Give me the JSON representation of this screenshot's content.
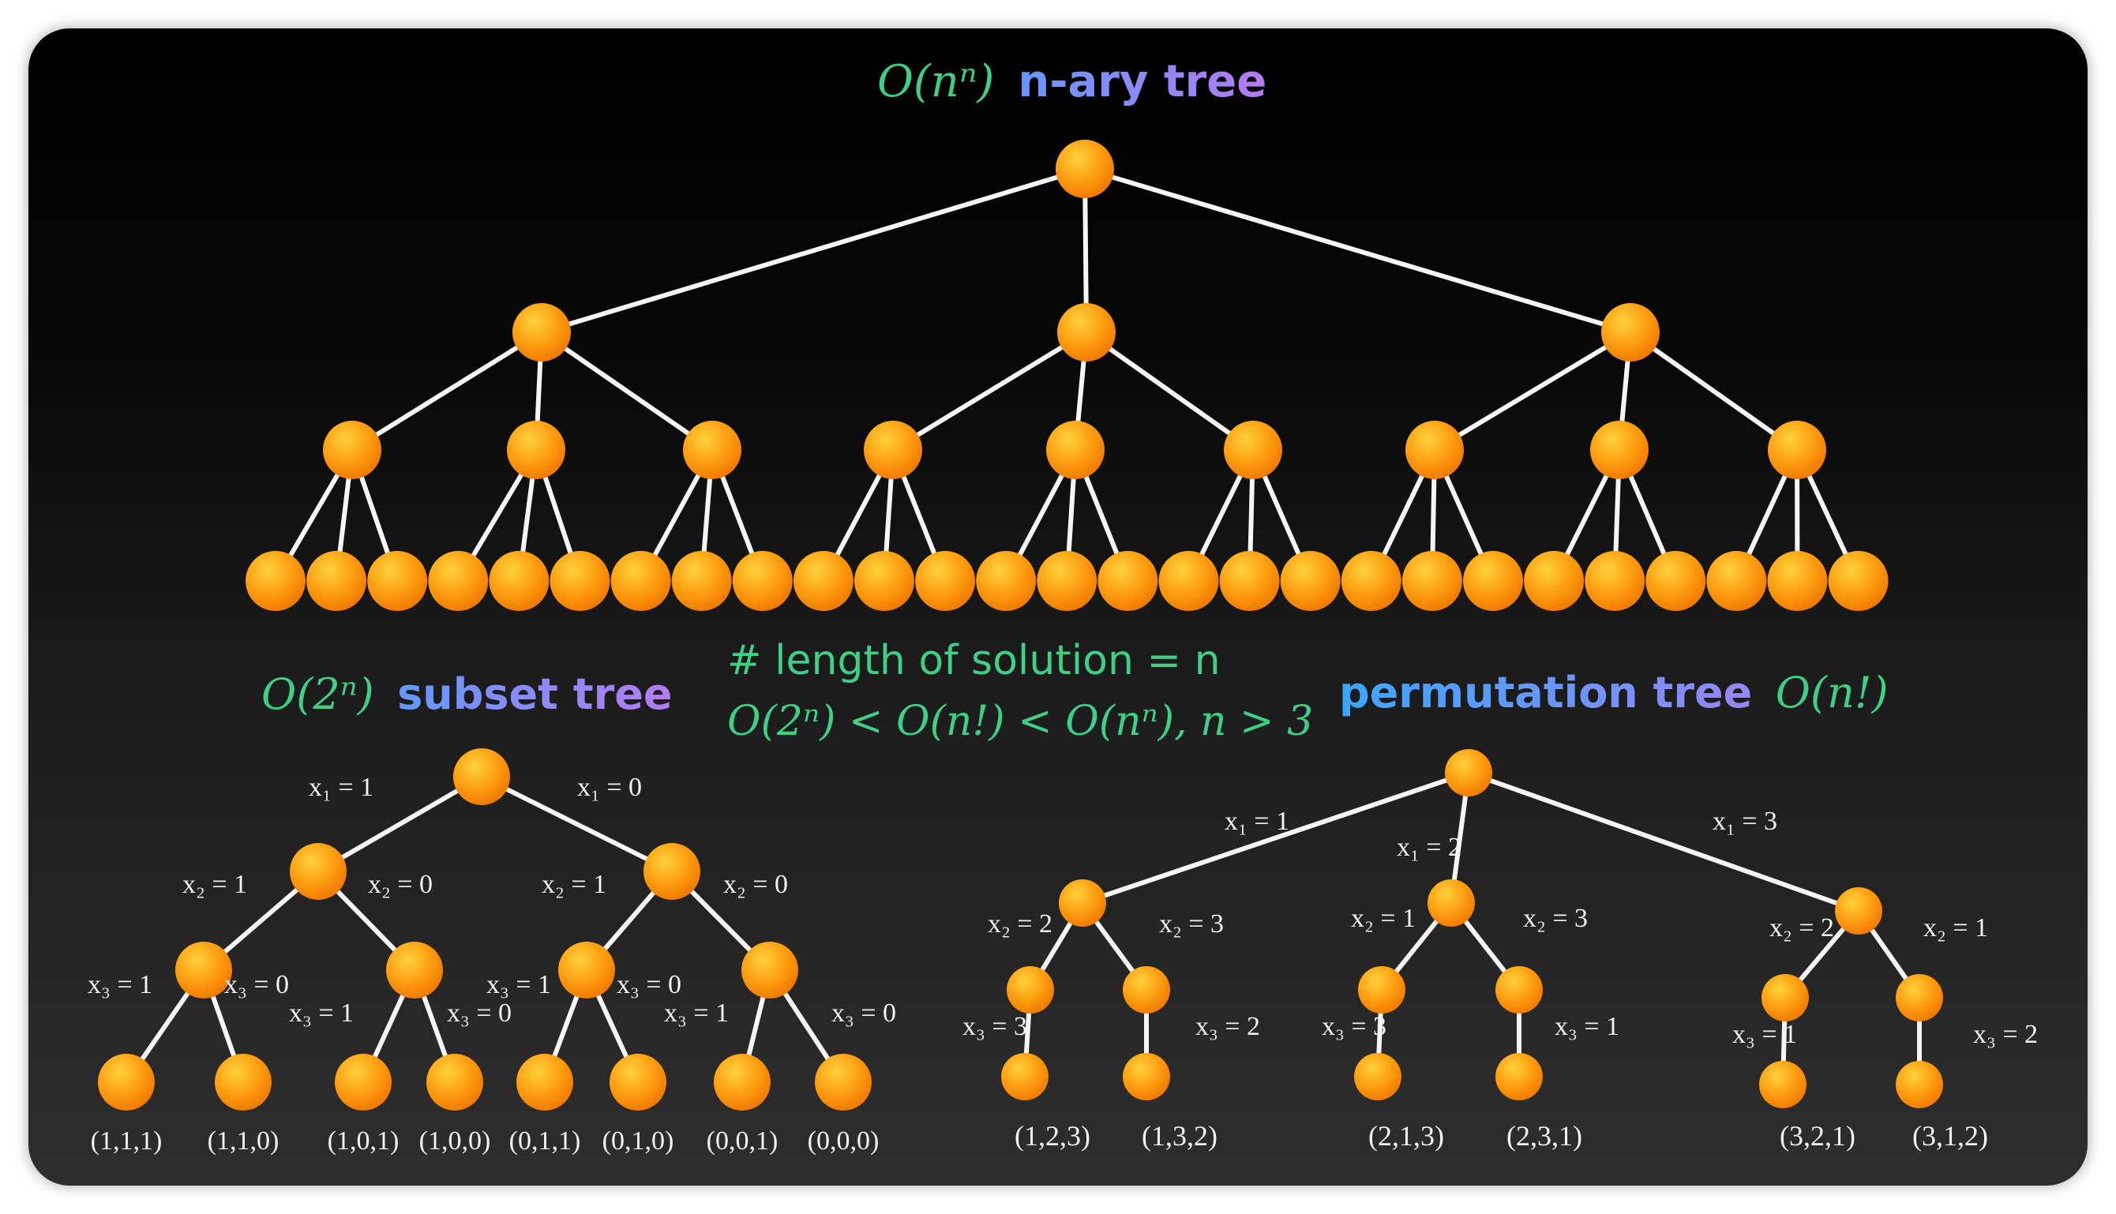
{
  "colors": {
    "background": "#000000",
    "node": "#ff9f0e",
    "edge": "#f5f5f5",
    "math_green": "#3fcf86",
    "label_white": "#f2f2f2"
  },
  "headings": {
    "nary": {
      "complexity": "O(nⁿ)",
      "name": "n-ary tree"
    },
    "subset": {
      "complexity": "O(2ⁿ)",
      "name": "subset tree"
    },
    "permutation": {
      "name": "permutation tree",
      "complexity": "O(n!)"
    }
  },
  "center_text": {
    "line1": "# length of solution = n",
    "line2": "O(2ⁿ) < O(n!) < O(nⁿ), n > 3"
  },
  "subset_tree": {
    "level1_labels": [
      "x₁ = 1",
      "x₁ = 0"
    ],
    "level2_labels": [
      "x₂ = 1",
      "x₂ = 0",
      "x₂ = 1",
      "x₂ = 0"
    ],
    "level3_labels": [
      "x₃ = 1",
      "x₃ = 0",
      "x₃ = 1",
      "x₃ = 0",
      "x₃ = 1",
      "x₃ = 0",
      "x₃ = 1",
      "x₃ = 0"
    ],
    "leaves": [
      "(1,1,1)",
      "(1,1,0)",
      "(1,0,1)",
      "(1,0,0)",
      "(0,1,1)",
      "(0,1,0)",
      "(0,0,1)",
      "(0,0,0)"
    ]
  },
  "permutation_tree": {
    "level1_labels": [
      "x₁ = 1",
      "x₁ = 2",
      "x₁ = 3"
    ],
    "level2_labels": [
      "x₂ = 2",
      "x₂ = 3",
      "x₂ = 1",
      "x₂ = 3",
      "x₂ = 2",
      "x₂ = 1"
    ],
    "level3_labels": [
      "x₃ = 3",
      "x₃ = 2",
      "x₃ = 3",
      "x₃ = 1",
      "x₃ = 1",
      "x₃ = 2"
    ],
    "leaves": [
      "(1,2,3)",
      "(1,3,2)",
      "(2,1,3)",
      "(2,3,1)",
      "(3,2,1)",
      "(3,1,2)"
    ]
  },
  "nary_tree": {
    "branching": 3,
    "depth": 3
  }
}
